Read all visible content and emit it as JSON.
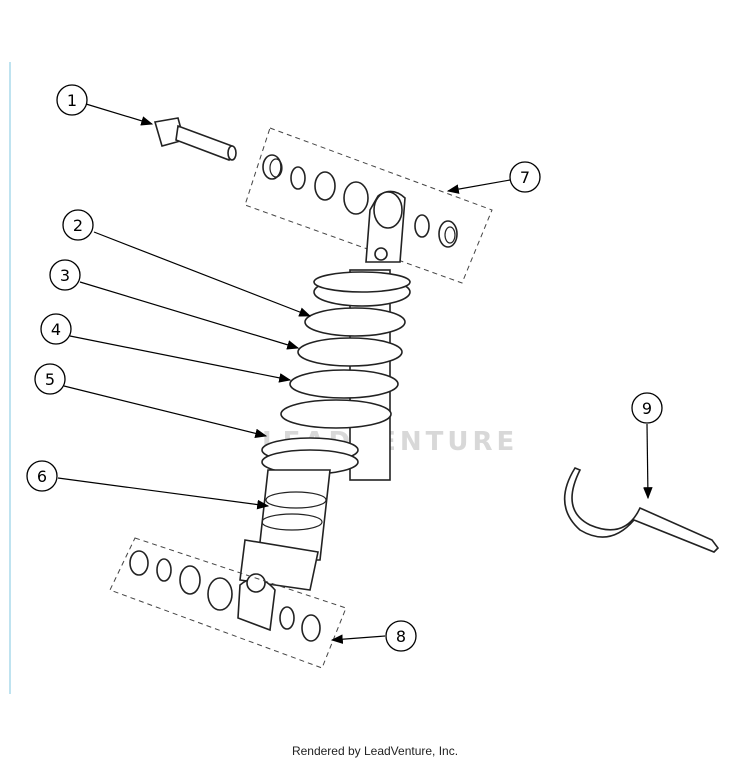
{
  "diagram": {
    "callouts": [
      {
        "id": "1",
        "label": "1"
      },
      {
        "id": "2",
        "label": "2"
      },
      {
        "id": "3",
        "label": "3"
      },
      {
        "id": "4",
        "label": "4"
      },
      {
        "id": "5",
        "label": "5"
      },
      {
        "id": "6",
        "label": "6"
      },
      {
        "id": "7",
        "label": "7"
      },
      {
        "id": "8",
        "label": "8"
      },
      {
        "id": "9",
        "label": "9"
      }
    ],
    "watermark": "LEADVENTURE",
    "accent_line_color": "#bfe3f0"
  },
  "footer": {
    "text": "Rendered by LeadVenture, Inc."
  }
}
